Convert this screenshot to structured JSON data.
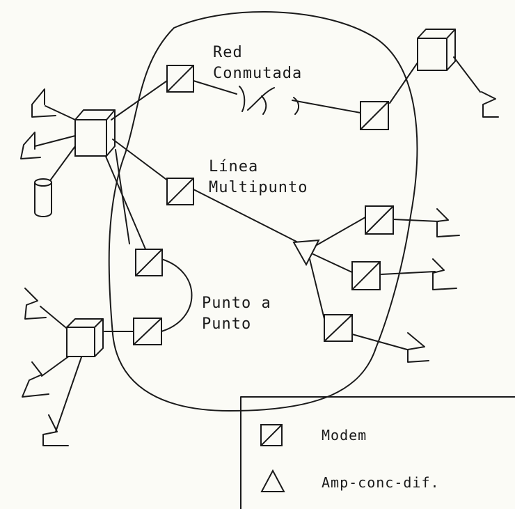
{
  "diagram": {
    "cloud_labels": {
      "switched_line": [
        "Red",
        "Conmutada"
      ],
      "multipoint_line": [
        "Línea",
        "Multipunto"
      ],
      "point_to_point": [
        "Punto a",
        "Punto"
      ]
    },
    "legend": {
      "modem_label": "Modem",
      "amp_label": "Amp-conc-dif."
    }
  }
}
